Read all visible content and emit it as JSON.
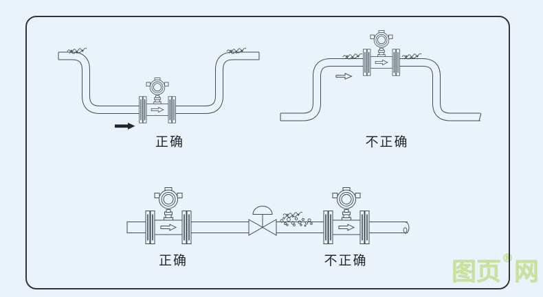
{
  "canvas": {
    "background_color": "#eaf3fb",
    "border_color": "#2d3338",
    "line_color": "#40494f"
  },
  "diagrams": {
    "top_left_low_point_installation": {
      "label": "正确",
      "description_icons": [
        "flowmeter-icon",
        "flow-arrow-solid",
        "air-pocket-squiggle"
      ]
    },
    "top_right_high_point_installation": {
      "label": "不正确",
      "description_icons": [
        "flowmeter-icon",
        "flow-arrow-outline",
        "air-pocket-squiggle"
      ]
    },
    "bottom_upstream_of_valve": {
      "label": "正确",
      "description_icons": [
        "flowmeter-icon",
        "valve-icon"
      ]
    },
    "bottom_downstream_of_valve": {
      "label": "不正确",
      "description_icons": [
        "flowmeter-icon",
        "bubble-cluster"
      ]
    }
  },
  "watermark": {
    "text_left": "图页",
    "registered_mark": "®",
    "text_right": "网",
    "color": "#c9e19a"
  }
}
